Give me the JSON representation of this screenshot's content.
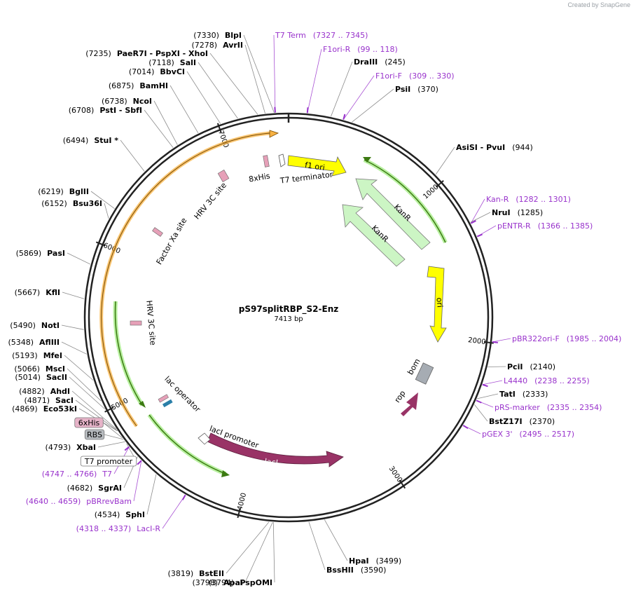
{
  "credit": "Created by SnapGene",
  "map": {
    "name": "pS97splitRBP_S2-Enz",
    "length": "7413 bp",
    "total_bp": 7413
  },
  "colors": {
    "feature_orange": "#f7b142",
    "feature_green": "#72a83a",
    "feature_lightgreen": "#ccf5c4",
    "ori_yellow": "#ffff00",
    "lacI_maroon": "#993366",
    "rop_maroon": "#993366",
    "primer_purple": "#9933cc",
    "bom_grey": "#a6acb3",
    "site_pink": "#e6a0b8"
  },
  "ticks": [
    "1000",
    "2000",
    "3000",
    "4000",
    "5000",
    "6000",
    "7000"
  ],
  "features": [
    {
      "name": "f1 ori",
      "type": "yellow"
    },
    {
      "name": "KanR",
      "type": "lightgreen"
    },
    {
      "name": "KanR",
      "type": "lightgreen"
    },
    {
      "name": "ori",
      "type": "yellow"
    },
    {
      "name": "bom",
      "type": "grey"
    },
    {
      "name": "rop",
      "type": "maroon"
    },
    {
      "name": "lacI",
      "type": "maroon"
    },
    {
      "name": "lacI promoter",
      "type": "promoter"
    },
    {
      "name": "lac operator",
      "type": "operator"
    },
    {
      "name": "HRV 3C site",
      "type": "site"
    },
    {
      "name": "Factor Xa site",
      "type": "site"
    },
    {
      "name": "HRV 3C site",
      "type": "site"
    },
    {
      "name": "8xHis",
      "type": "site"
    },
    {
      "name": "T7 terminator",
      "type": "terminator"
    }
  ],
  "labels_right": [
    {
      "name": "T7 Term",
      "pos": "(7327 .. 7345)",
      "kind": "primer"
    },
    {
      "name": "F1ori-R",
      "pos": "(99 .. 118)",
      "kind": "primer"
    },
    {
      "name": "DraIII",
      "pos": "(245)",
      "kind": "enzyme"
    },
    {
      "name": "F1ori-F",
      "pos": "(309 .. 330)",
      "kind": "primer"
    },
    {
      "name": "PsiI",
      "pos": "(370)",
      "kind": "enzyme"
    },
    {
      "name": "AsiSI  - PvuI",
      "pos": "(944)",
      "kind": "enzyme"
    },
    {
      "name": "Kan-R",
      "pos": "(1282 .. 1301)",
      "kind": "primer"
    },
    {
      "name": "NruI",
      "pos": "(1285)",
      "kind": "enzyme"
    },
    {
      "name": "pENTR-R",
      "pos": "(1366 .. 1385)",
      "kind": "primer"
    },
    {
      "name": "pBR322ori-F",
      "pos": "(1985 .. 2004)",
      "kind": "primer"
    },
    {
      "name": "PciI",
      "pos": "(2140)",
      "kind": "enzyme"
    },
    {
      "name": "L4440",
      "pos": "(2238 .. 2255)",
      "kind": "primer"
    },
    {
      "name": "TatI",
      "pos": "(2333)",
      "kind": "enzyme"
    },
    {
      "name": "pRS-marker",
      "pos": "(2335 .. 2354)",
      "kind": "primer"
    },
    {
      "name": "BstZ17I",
      "pos": "(2370)",
      "kind": "enzyme"
    },
    {
      "name": "pGEX 3'",
      "pos": "(2495 .. 2517)",
      "kind": "primer"
    },
    {
      "name": "HpaI",
      "pos": "(3499)",
      "kind": "enzyme"
    },
    {
      "name": "BssHII",
      "pos": "(3590)",
      "kind": "enzyme"
    }
  ],
  "labels_left": [
    {
      "name": "BlpI",
      "pos": "(7330)",
      "kind": "enzyme"
    },
    {
      "name": "AvrII",
      "pos": "(7278)",
      "kind": "enzyme"
    },
    {
      "name": "PaeR7I  - PspXI  - XhoI",
      "pos": "(7235)",
      "kind": "enzyme"
    },
    {
      "name": "SalI",
      "pos": "(7118)",
      "kind": "enzyme"
    },
    {
      "name": "BbvCI",
      "pos": "(7014)",
      "kind": "enzyme"
    },
    {
      "name": "BamHI",
      "pos": "(6875)",
      "kind": "enzyme"
    },
    {
      "name": "NcoI",
      "pos": "(6738)",
      "kind": "enzyme"
    },
    {
      "name": "PstI  - SbfI",
      "pos": "(6708)",
      "kind": "enzyme"
    },
    {
      "name": "StuI *",
      "pos": "(6494)",
      "kind": "enzyme"
    },
    {
      "name": "BglII",
      "pos": "(6219)",
      "kind": "enzyme"
    },
    {
      "name": "Bsu36I",
      "pos": "(6152)",
      "kind": "enzyme"
    },
    {
      "name": "PasI",
      "pos": "(5869)",
      "kind": "enzyme"
    },
    {
      "name": "KflI",
      "pos": "(5667)",
      "kind": "enzyme"
    },
    {
      "name": "NotI",
      "pos": "(5490)",
      "kind": "enzyme"
    },
    {
      "name": "AflIII",
      "pos": "(5348)",
      "kind": "enzyme"
    },
    {
      "name": "MfeI",
      "pos": "(5193)",
      "kind": "enzyme"
    },
    {
      "name": "MscI",
      "pos": "(5066)",
      "kind": "enzyme"
    },
    {
      "name": "SacII",
      "pos": "(5014)",
      "kind": "enzyme"
    },
    {
      "name": "AhdI",
      "pos": "(4882)",
      "kind": "enzyme"
    },
    {
      "name": "SacI",
      "pos": "(4871)",
      "kind": "enzyme"
    },
    {
      "name": "Eco53kI",
      "pos": "(4869)",
      "kind": "enzyme"
    },
    {
      "name": "6xHis",
      "pos": "",
      "kind": "boxed-pink"
    },
    {
      "name": "RBS",
      "pos": "",
      "kind": "boxed-grey"
    },
    {
      "name": "XbaI",
      "pos": "(4793)",
      "kind": "enzyme"
    },
    {
      "name": "T7 promoter",
      "pos": "",
      "kind": "boxed-white"
    },
    {
      "name": "T7",
      "pos": "(4747 .. 4766)",
      "kind": "primer"
    },
    {
      "name": "SgrAI",
      "pos": "(4682)",
      "kind": "enzyme"
    },
    {
      "name": "pBRrevBam",
      "pos": "(4640 .. 4659)",
      "kind": "primer"
    },
    {
      "name": "SphI",
      "pos": "(4534)",
      "kind": "enzyme"
    },
    {
      "name": "LacI-R",
      "pos": "(4318 .. 4337)",
      "kind": "primer"
    },
    {
      "name": "BstEII",
      "pos": "(3819)",
      "kind": "enzyme"
    },
    {
      "name": "ApaI",
      "pos": "(3798)",
      "kind": "enzyme"
    },
    {
      "name": "PspOMI",
      "pos": "(3794)",
      "kind": "enzyme"
    }
  ]
}
